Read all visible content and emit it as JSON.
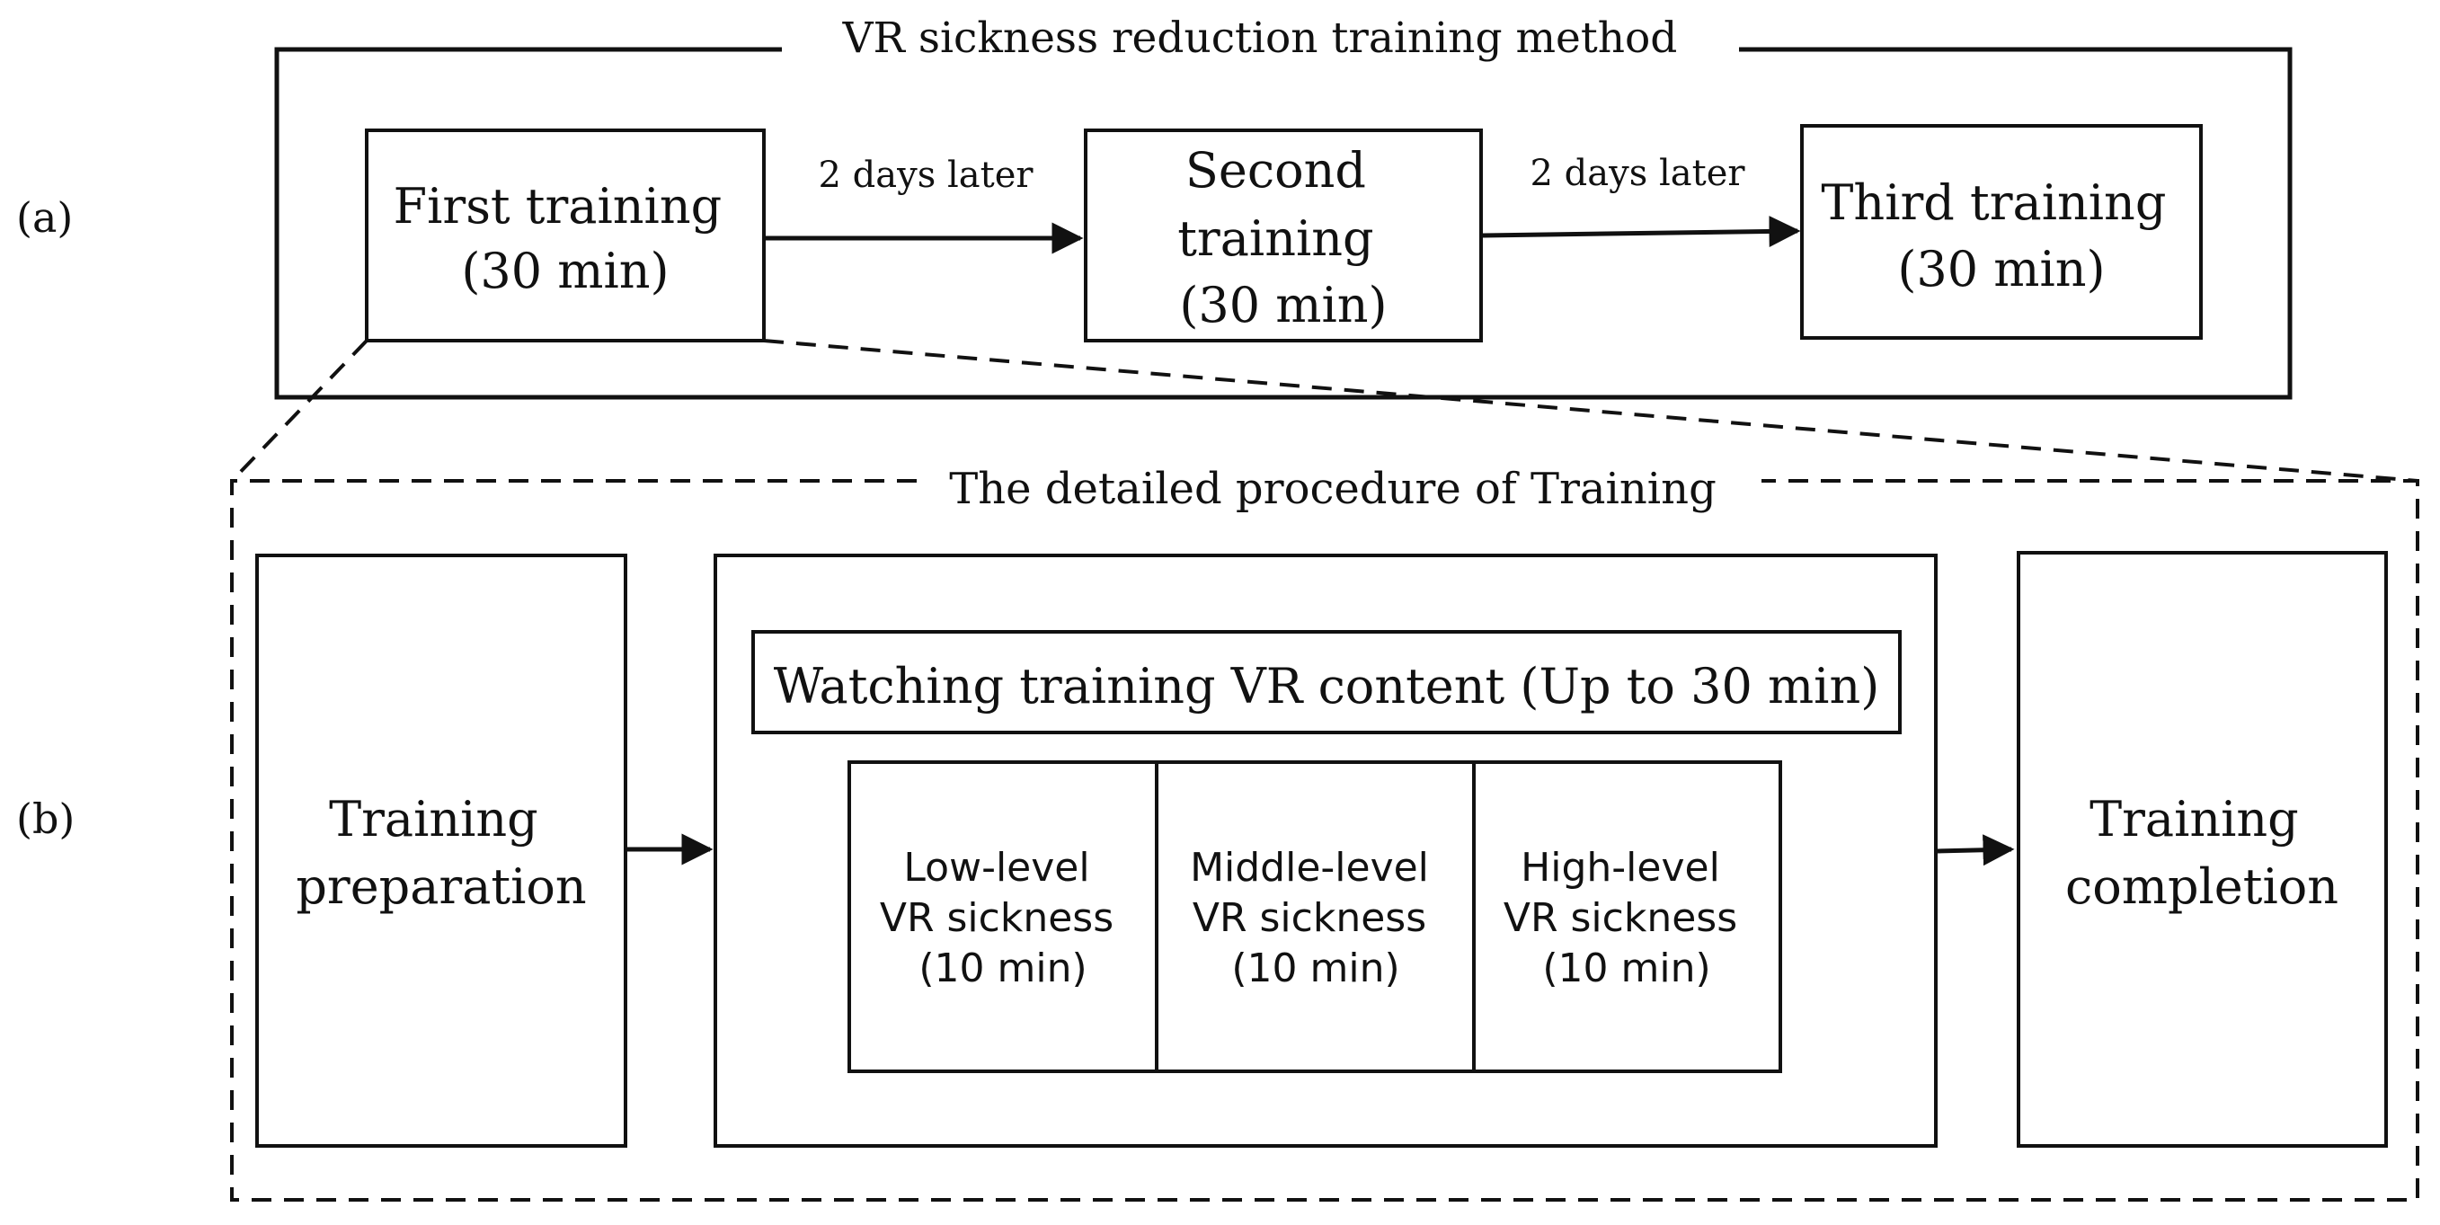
{
  "panel_a": {
    "label": "(a)",
    "title": "VR sickness reduction training method",
    "steps": [
      {
        "lines": [
          "First training",
          "(30 min)"
        ]
      },
      {
        "lines": [
          "Second",
          "training",
          "(30 min)"
        ]
      },
      {
        "lines": [
          "Third training",
          "(30 min)"
        ]
      }
    ],
    "connectors": [
      "2 days later",
      "2 days later"
    ]
  },
  "panel_b": {
    "label": "(b)",
    "title": "The detailed procedure of  Training",
    "preparation": {
      "lines": [
        "Training",
        "preparation"
      ]
    },
    "watching": "Watching training VR content (Up to 30 min)",
    "levels": [
      {
        "lines": [
          "Low-level",
          "VR sickness",
          "(10 min)"
        ]
      },
      {
        "lines": [
          "Middle-level",
          "VR sickness",
          "(10 min)"
        ]
      },
      {
        "lines": [
          "High-level",
          "VR sickness",
          "(10 min)"
        ]
      }
    ],
    "completion": {
      "lines": [
        "Training",
        "completion"
      ]
    }
  },
  "colors": {
    "stroke": "#111111",
    "background": "#ffffff"
  }
}
